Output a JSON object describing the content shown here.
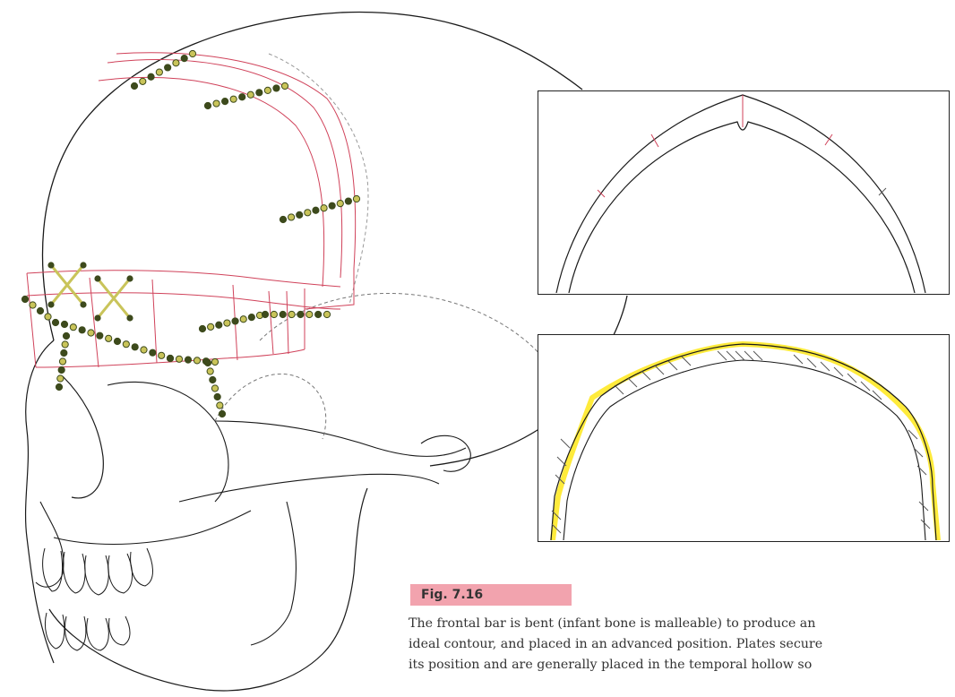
{
  "figure": {
    "label": "Fig. 7.16",
    "caption_lines": [
      "The frontal bar is bent (infant bone is malleable) to produce an",
      "ideal contour, and placed in an advanced position. Plates secure",
      "its position and are generally placed in the temporal hollow so"
    ]
  },
  "colors": {
    "line": "#1a1a1a",
    "cut": "#d0425a",
    "plate": "#3d4a1c",
    "plate_ring": "#c9c45a",
    "highlight": "#ffeb3b",
    "label_bg": "#f2a3ae"
  }
}
